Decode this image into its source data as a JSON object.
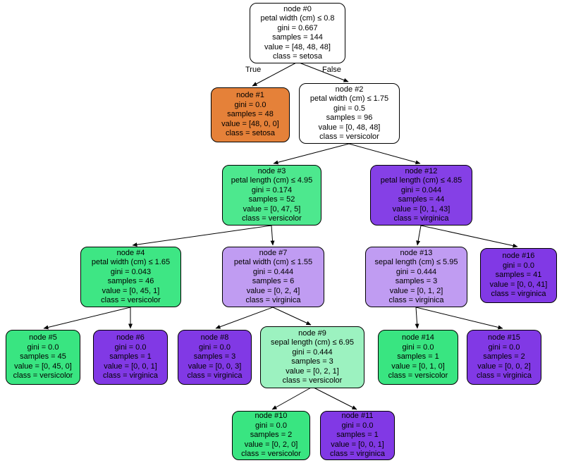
{
  "diagram": {
    "type": "decision-tree",
    "edge_labels": {
      "true_label": "True",
      "false_label": "False"
    },
    "colors": {
      "setosa": "#e58139",
      "versicolor": "#39e581",
      "virginica": "#8139e5",
      "node_border": "#000000",
      "edge": "#000000"
    }
  },
  "nodes": [
    {
      "title": "node #0",
      "split": "petal width (cm) ≤ 0.8",
      "gini": "gini = 0.667",
      "samples": "samples = 144",
      "value": "value = [48, 48, 48]",
      "klass": "class = setosa",
      "fill": "#ffffff"
    },
    {
      "title": "node #1",
      "gini": "gini = 0.0",
      "samples": "samples = 48",
      "value": "value = [48, 0, 0]",
      "klass": "class = setosa",
      "fill": "#e58139"
    },
    {
      "title": "node #2",
      "split": "petal width (cm) ≤ 1.75",
      "gini": "gini = 0.5",
      "samples": "samples = 96",
      "value": "value = [0, 48, 48]",
      "klass": "class = versicolor",
      "fill": "#ffffff"
    },
    {
      "title": "node #3",
      "split": "petal length (cm) ≤ 4.95",
      "gini": "gini = 0.174",
      "samples": "samples = 52",
      "value": "value = [0, 47, 5]",
      "klass": "class = versicolor",
      "fill": "#4de88e"
    },
    {
      "title": "node #4",
      "split": "petal width (cm) ≤ 1.65",
      "gini": "gini = 0.043",
      "samples": "samples = 46",
      "value": "value = [0, 45, 1]",
      "klass": "class = versicolor",
      "fill": "#3ee684"
    },
    {
      "title": "node #5",
      "gini": "gini = 0.0",
      "samples": "samples = 45",
      "value": "value = [0, 45, 0]",
      "klass": "class = versicolor",
      "fill": "#39e581"
    },
    {
      "title": "node #6",
      "gini": "gini = 0.0",
      "samples": "samples = 1",
      "value": "value = [0, 0, 1]",
      "klass": "class = virginica",
      "fill": "#8139e5"
    },
    {
      "title": "node #7",
      "split": "petal width (cm) ≤ 1.55",
      "gini": "gini = 0.444",
      "samples": "samples = 6",
      "value": "value = [0, 2, 4]",
      "klass": "class = virginica",
      "fill": "#c09cf2"
    },
    {
      "title": "node #8",
      "gini": "gini = 0.0",
      "samples": "samples = 3",
      "value": "value = [0, 0, 3]",
      "klass": "class = virginica",
      "fill": "#8139e5"
    },
    {
      "title": "node #9",
      "split": "sepal length (cm) ≤ 6.95",
      "gini": "gini = 0.444",
      "samples": "samples = 3",
      "value": "value = [0, 2, 1]",
      "klass": "class = versicolor",
      "fill": "#9cf2c0"
    },
    {
      "title": "node #10",
      "gini": "gini = 0.0",
      "samples": "samples = 2",
      "value": "value = [0, 2, 0]",
      "klass": "class = versicolor",
      "fill": "#39e581"
    },
    {
      "title": "node #11",
      "gini": "gini = 0.0",
      "samples": "samples = 1",
      "value": "value = [0, 0, 1]",
      "klass": "class = virginica",
      "fill": "#8139e5"
    },
    {
      "title": "node #12",
      "split": "petal length (cm) ≤ 4.85",
      "gini": "gini = 0.044",
      "samples": "samples = 44",
      "value": "value = [0, 1, 43]",
      "klass": "class = virginica",
      "fill": "#8540e6"
    },
    {
      "title": "node #13",
      "split": "sepal length (cm) ≤ 5.95",
      "gini": "gini = 0.444",
      "samples": "samples = 3",
      "value": "value = [0, 1, 2]",
      "klass": "class = virginica",
      "fill": "#c09cf2"
    },
    {
      "title": "node #14",
      "gini": "gini = 0.0",
      "samples": "samples = 1",
      "value": "value = [0, 1, 0]",
      "klass": "class = versicolor",
      "fill": "#39e581"
    },
    {
      "title": "node #15",
      "gini": "gini = 0.0",
      "samples": "samples = 2",
      "value": "value = [0, 0, 2]",
      "klass": "class = virginica",
      "fill": "#8139e5"
    },
    {
      "title": "node #16",
      "gini": "gini = 0.0",
      "samples": "samples = 41",
      "value": "value = [0, 0, 41]",
      "klass": "class = virginica",
      "fill": "#8139e5"
    }
  ]
}
